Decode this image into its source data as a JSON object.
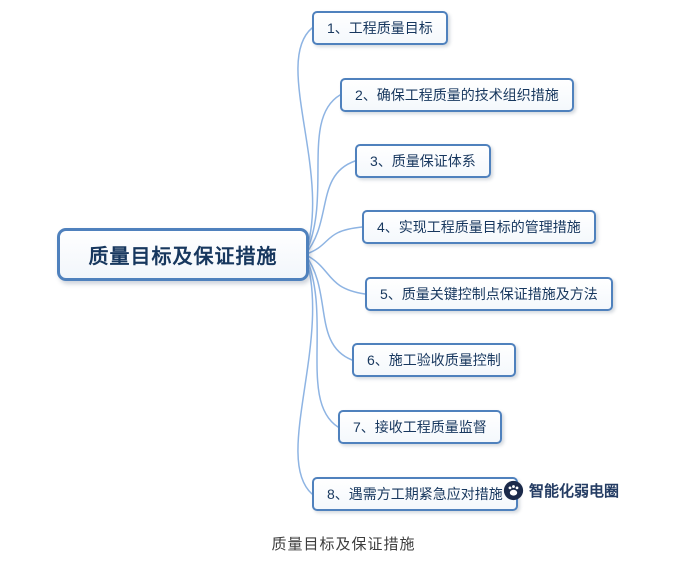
{
  "central": {
    "label": "质量目标及保证措施"
  },
  "branches": [
    {
      "label": "1、工程质量目标"
    },
    {
      "label": "2、确保工程质量的技术组织措施"
    },
    {
      "label": "3、质量保证体系"
    },
    {
      "label": "4、实现工程质量目标的管理措施"
    },
    {
      "label": "5、质量关键控制点保证措施及方法"
    },
    {
      "label": "6、施工验收质量控制"
    },
    {
      "label": "7、接收工程质量监督"
    },
    {
      "label": "8、遇需方工期紧急应对措施"
    }
  ],
  "watermark": {
    "text": "智能化弱电圈"
  },
  "caption": "质量目标及保证措施",
  "colors": {
    "node_border": "#4f81bd",
    "node_text": "#17375e",
    "line": "#8eb4e3"
  }
}
